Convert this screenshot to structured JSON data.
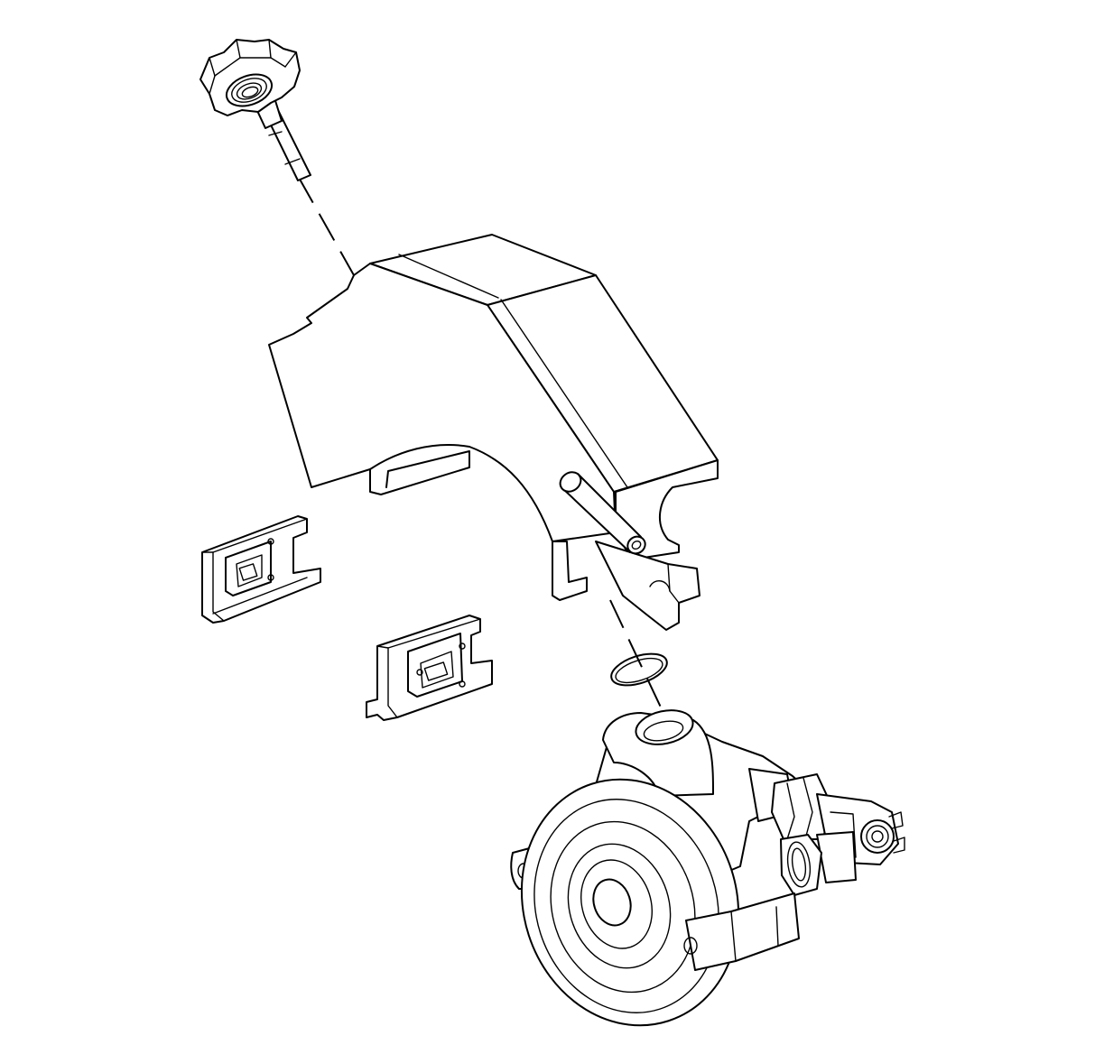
{
  "diagram": {
    "type": "exploded-view",
    "style": "black line art on white",
    "colors": {
      "line": "#000000",
      "background": "#ffffff"
    },
    "parts": [
      "reservoir-cap-with-dipstick",
      "fluid-reservoir",
      "mounting-bracket-left",
      "mounting-bracket-right",
      "o-ring-seal",
      "power-steering-pump"
    ],
    "labels": []
  }
}
